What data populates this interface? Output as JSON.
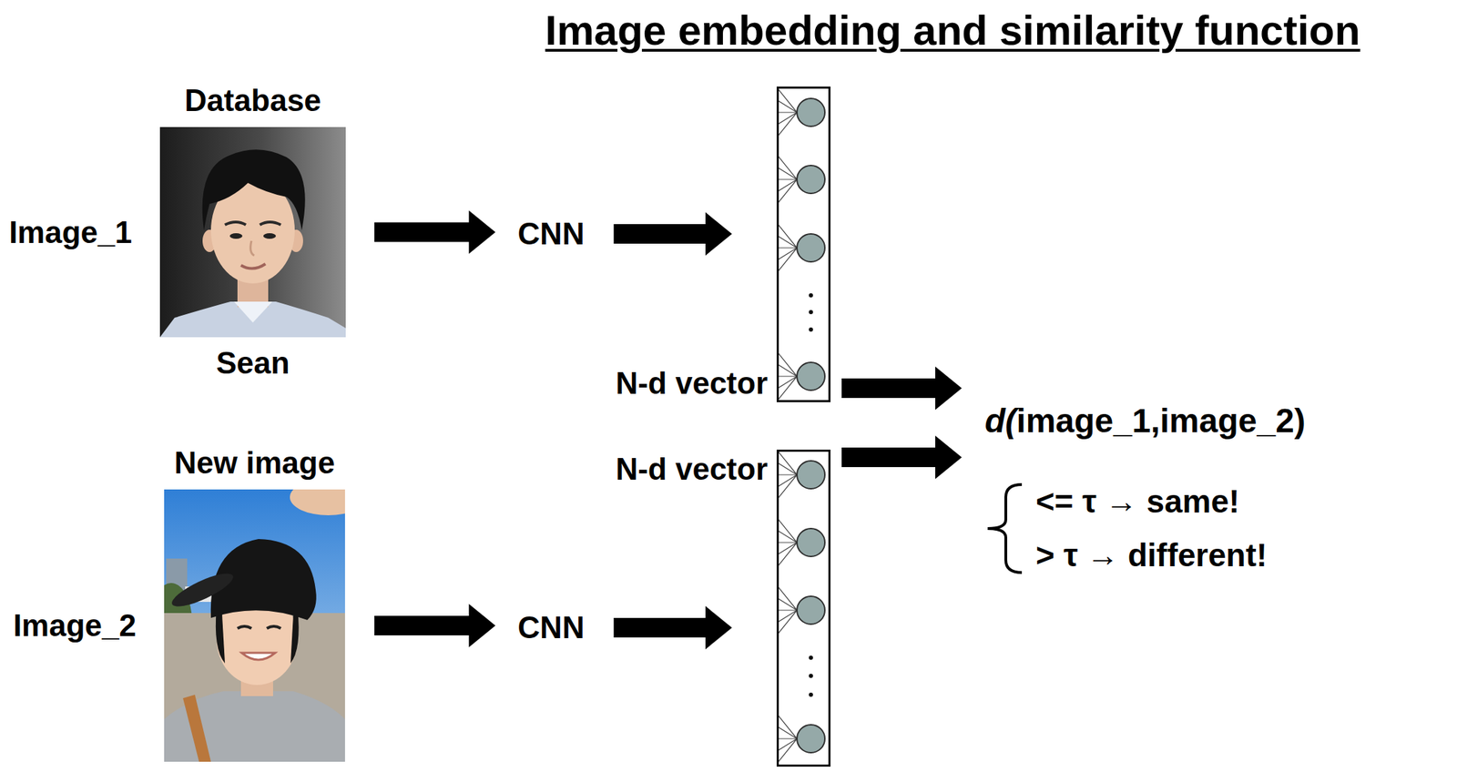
{
  "diagram": {
    "title": "Image embedding and similarity function",
    "nodes": [
      {
        "text": [
          "Database",
          "Image_1",
          "Sean"
        ]
      },
      {
        "text": [
          "CNN"
        ]
      },
      {
        "text": [
          "N-d vector"
        ]
      },
      {
        "text": [
          "New image",
          "Image_2"
        ]
      },
      {
        "text": [
          "CNN"
        ]
      },
      {
        "text": [
          "N-d vector"
        ]
      },
      {
        "text": [
          "d(image_1,image_2)"
        ]
      }
    ],
    "edges": [
      {
        "from": 0,
        "to": 1,
        "arrow": "to"
      },
      {
        "from": 1,
        "to": 2,
        "arrow": "to"
      },
      {
        "from": 3,
        "to": 4,
        "arrow": "to"
      },
      {
        "from": 4,
        "to": 5,
        "arrow": "to"
      },
      {
        "from": 2,
        "to": 6,
        "arrow": "to"
      },
      {
        "from": 5,
        "to": 6,
        "arrow": "to"
      }
    ],
    "labels": [
      "<= τ → same!",
      "> τ → different!"
    ]
  }
}
